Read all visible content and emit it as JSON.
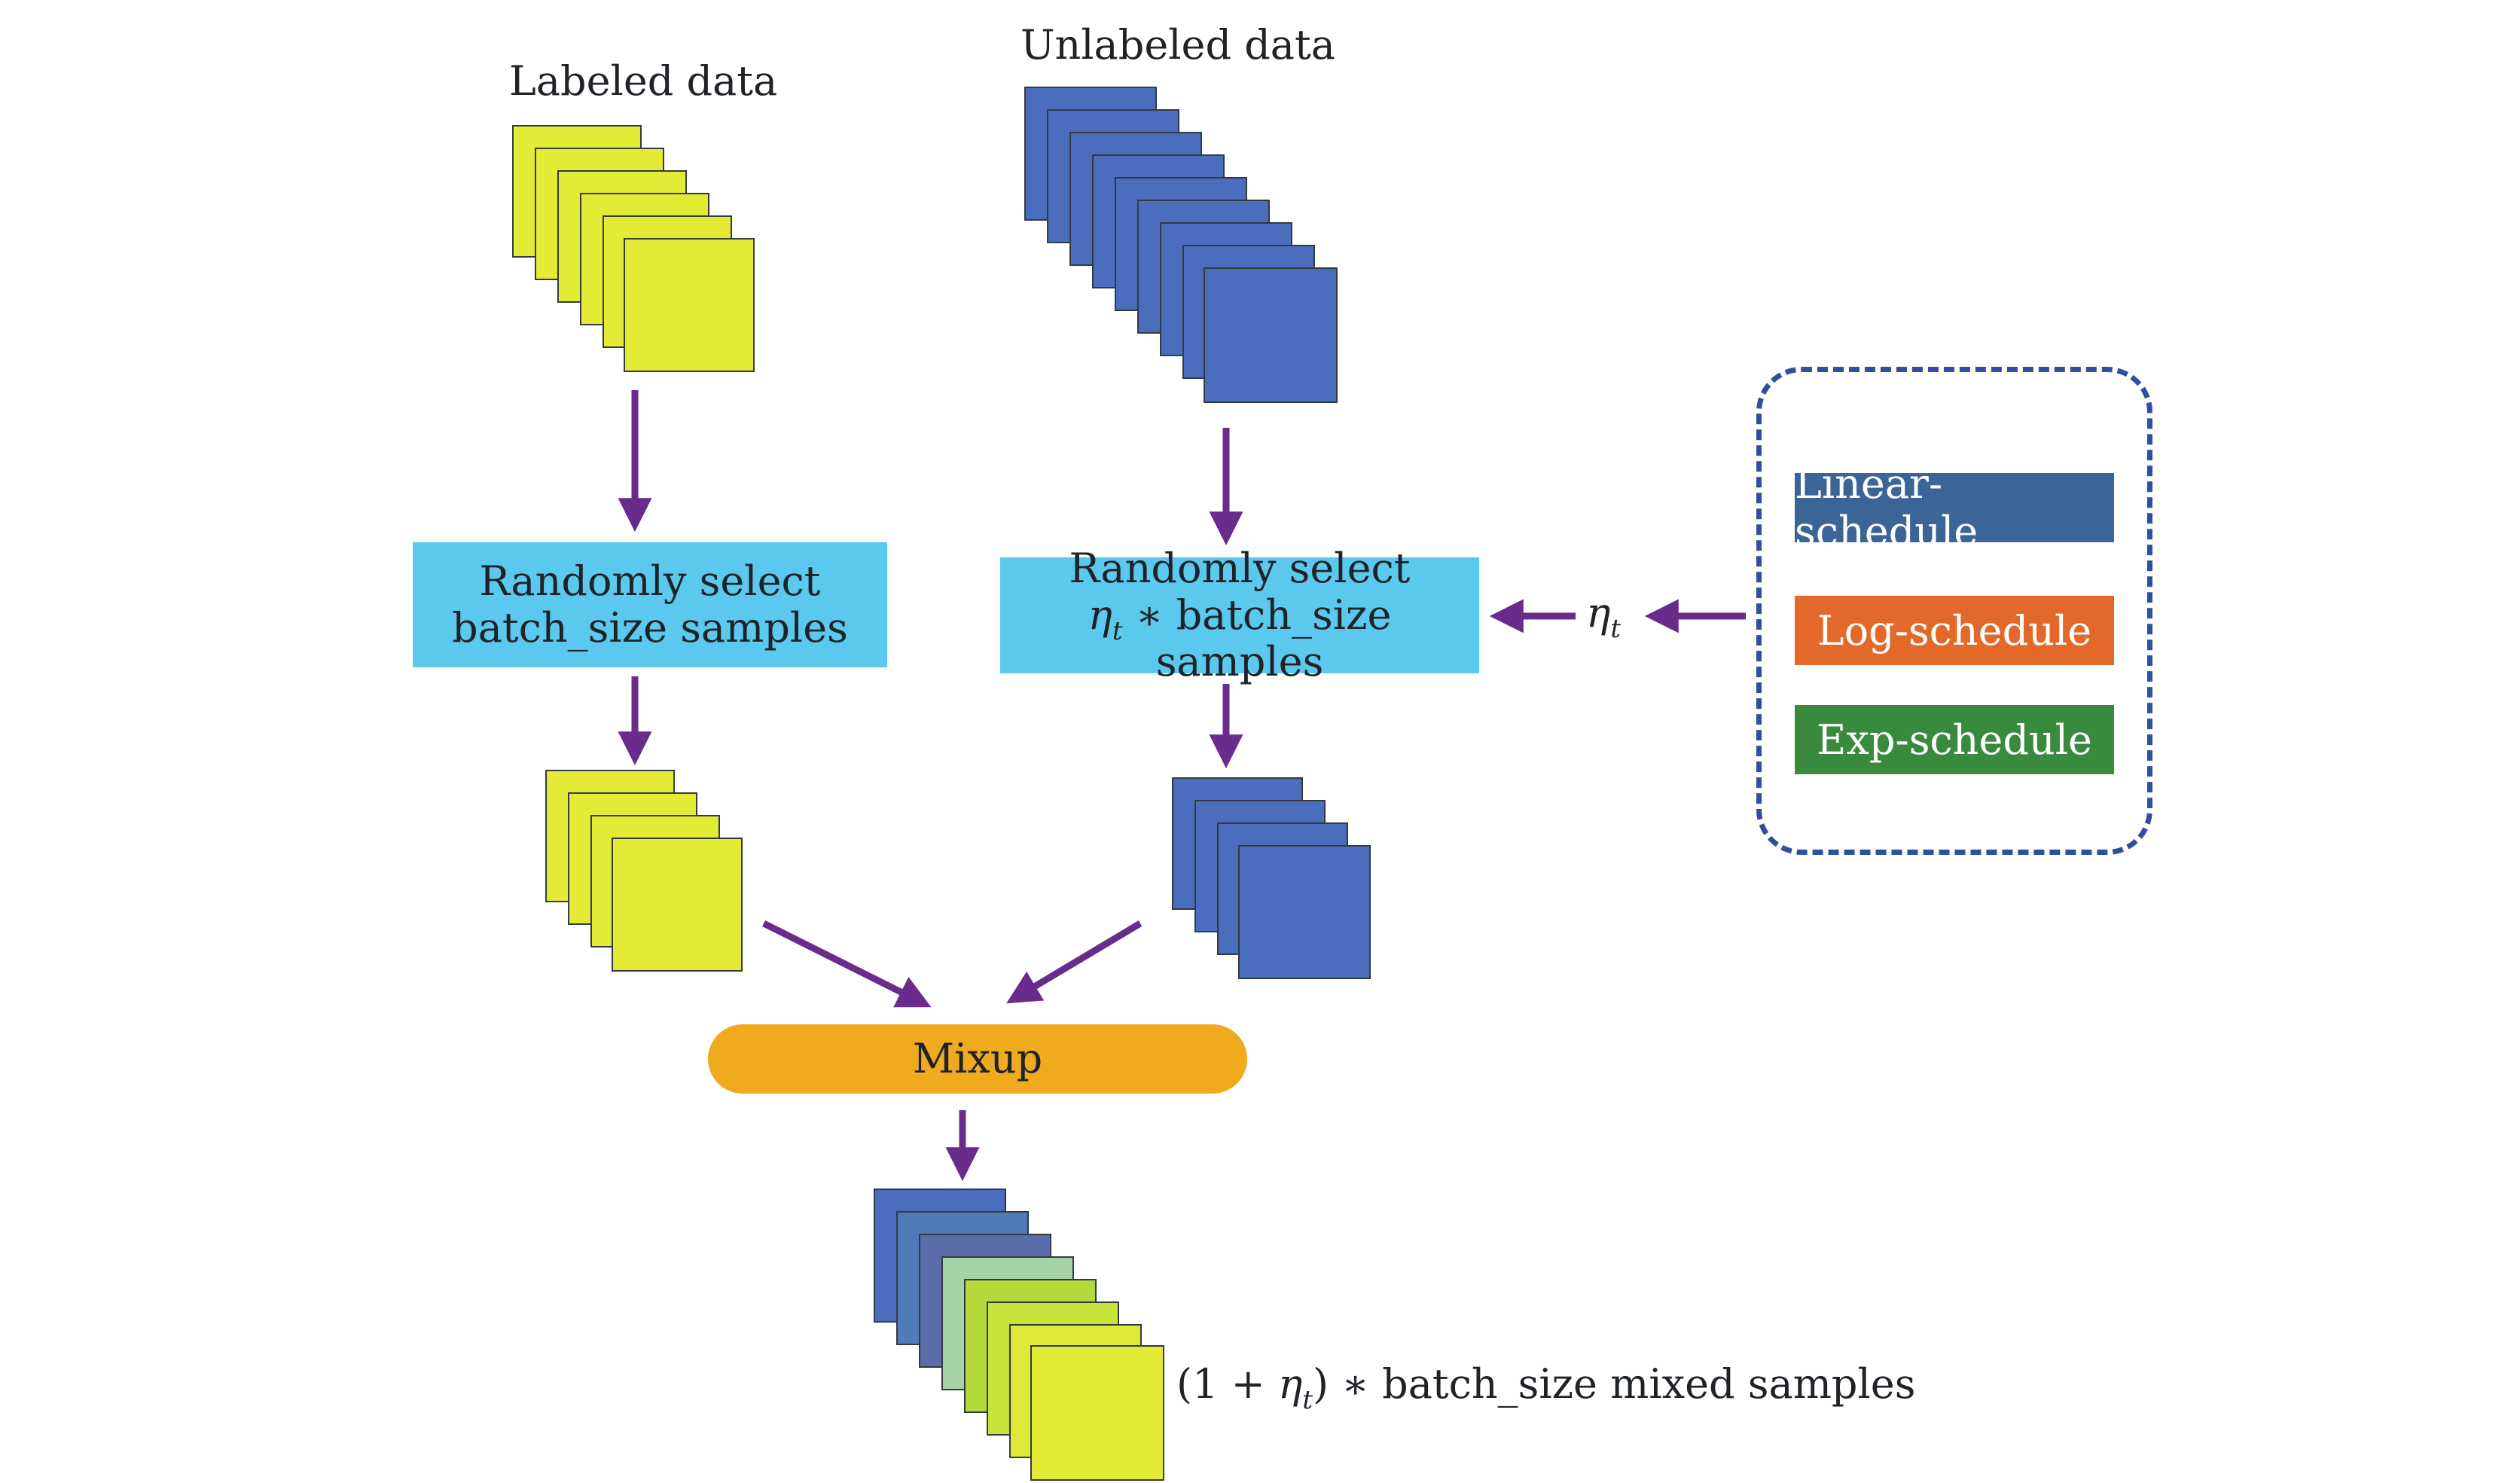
{
  "labels": {
    "labeled": "Labeled data",
    "unlabeled": "Unlabeled data"
  },
  "select_left": {
    "line1": "Randomly select",
    "line2": "batch_size samples"
  },
  "select_right": {
    "line1": "Randomly select",
    "eta": "η",
    "eta_sub": "t",
    "line2_rest": " ∗ batch_size  samples"
  },
  "eta_label": {
    "symbol": "η",
    "sub": "t"
  },
  "mixup": "Mixup",
  "schedules": [
    {
      "label": "Linear-schedule",
      "color": "#3b6597"
    },
    {
      "label": "Log-schedule",
      "color": "#e2692a"
    },
    {
      "label": "Exp-schedule",
      "color": "#3a8a3d"
    }
  ],
  "output": {
    "prefix": "(1 + ",
    "eta": "η",
    "eta_sub": "t",
    "suffix": ") ∗ batch_size mixed samples"
  },
  "colors": {
    "labeled_card": "#e4eb35",
    "unlabeled_card": "#4a6dbd",
    "select_box": "#5bc9ee",
    "mixup_box": "#f0aa1e",
    "arrow": "#6a2c8c",
    "dashed_border": "#2f4fa0"
  },
  "mixed_stack_colors": [
    "#4a6dbd",
    "#4f7cb8",
    "#5a6da8",
    "#a6d3a6",
    "#b4d93a",
    "#c8e33a",
    "#dfea38",
    "#e4eb35"
  ]
}
